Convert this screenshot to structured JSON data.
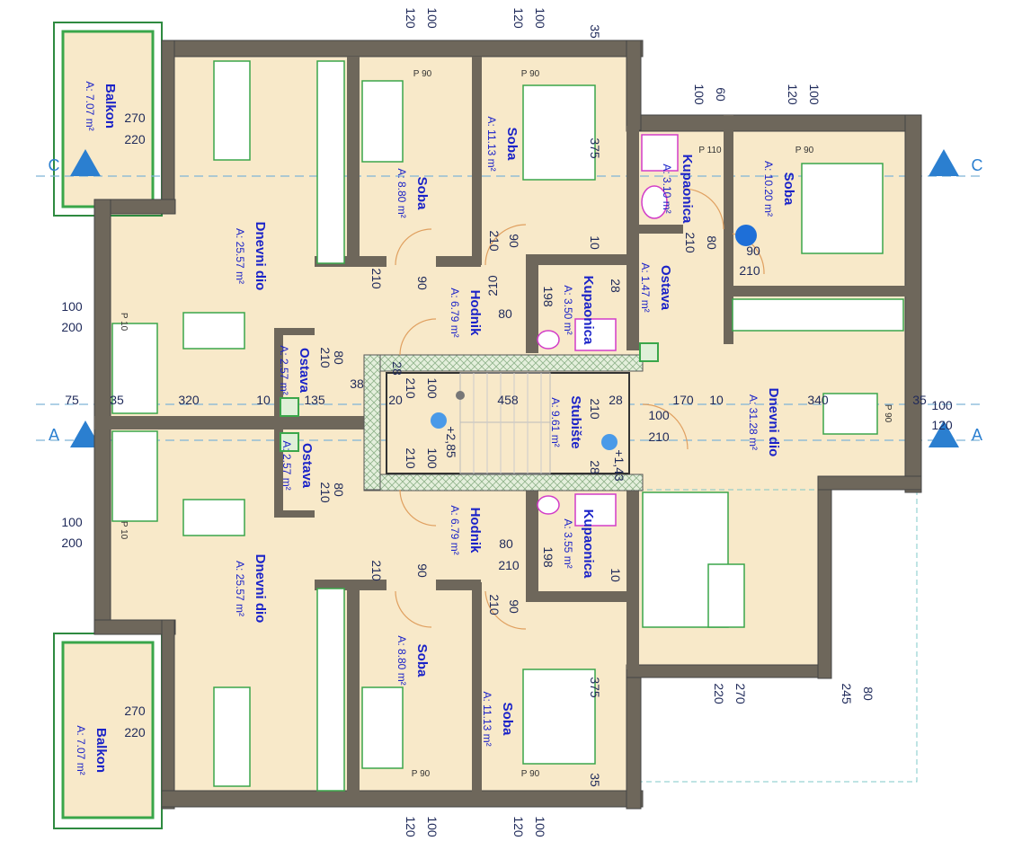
{
  "axes": {
    "c": "C",
    "a": "A"
  },
  "rooms": [
    {
      "name": "Balkon",
      "area": "A: 7.07 m²"
    },
    {
      "name": "Dnevni dio",
      "area": "A: 25.57 m²"
    },
    {
      "name": "Soba",
      "area": "A: 8.80 m²"
    },
    {
      "name": "Soba",
      "area": "A: 11.13 m²"
    },
    {
      "name": "Hodnik",
      "area": "A: 6.79 m²"
    },
    {
      "name": "Kupaonica",
      "area": "A: 3.50 m²"
    },
    {
      "name": "Ostava",
      "area": "A: 2.57 m²"
    },
    {
      "name": "Kupaonica",
      "area": "A: 3.10 m²"
    },
    {
      "name": "Soba",
      "area": "A: 10.20 m²"
    },
    {
      "name": "Ostava",
      "area": "A: 1.47 m²"
    },
    {
      "name": "Dnevni dio",
      "area": "A: 31.28 m²"
    },
    {
      "name": "Stubište",
      "area": "A: 9.61 m²"
    },
    {
      "name": "Ostava",
      "area": "A: 2.57 m²"
    },
    {
      "name": "Hodnik",
      "area": "A: 6.79 m²"
    },
    {
      "name": "Kupaonica",
      "area": "A: 3.55 m²"
    },
    {
      "name": "Dnevni dio",
      "area": "A: 25.57 m²"
    },
    {
      "name": "Soba",
      "area": "A: 8.80 m²"
    },
    {
      "name": "Soba",
      "area": "A: 11.13 m²"
    },
    {
      "name": "Balkon",
      "area": "A: 7.07 m²"
    }
  ],
  "dims": [
    "120",
    "100",
    "120",
    "100",
    "35",
    "100",
    "60",
    "120",
    "100",
    "120",
    "100",
    "120",
    "100",
    "35",
    "220",
    "270",
    "245",
    "80",
    "270",
    "220",
    "100",
    "200",
    "100",
    "200",
    "270",
    "220",
    "75",
    "35",
    "320",
    "10",
    "135",
    "38",
    "20",
    "458",
    "28",
    "170",
    "10",
    "340",
    "35",
    "100",
    "120",
    "210",
    "90",
    "90",
    "210",
    "210",
    "80",
    "80",
    "210",
    "210",
    "100",
    "210",
    "100",
    "375",
    "10",
    "198",
    "28",
    "210",
    "80",
    "90",
    "210",
    "100",
    "210",
    "210",
    "28",
    "80",
    "210",
    "210",
    "90",
    "80",
    "210",
    "210",
    "90",
    "198",
    "10",
    "375",
    "28"
  ],
  "levels": [
    "+2,85",
    "+1,43"
  ],
  "openings": [
    "P 90",
    "P 90",
    "P 110",
    "P 90",
    "P 10",
    "P 10",
    "P 90",
    "P 90",
    "P 90"
  ]
}
